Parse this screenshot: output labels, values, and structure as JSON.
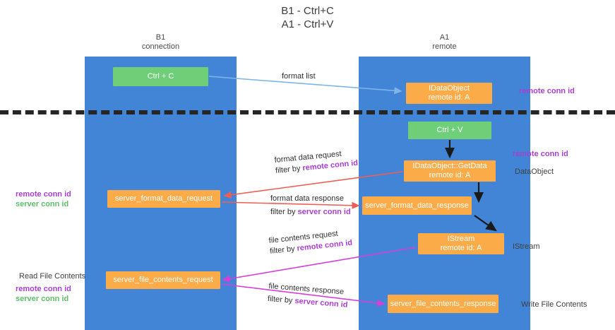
{
  "title": {
    "line1": "B1 - Ctrl+C",
    "line2": "A1 - Ctrl+V"
  },
  "lanes": [
    {
      "name": "B1",
      "subtitle": "connection",
      "color": "#4285d6"
    },
    {
      "name": "A1",
      "subtitle": "remote",
      "color": "#4285d6"
    }
  ],
  "nodes": {
    "ctrl_c": {
      "label": "Ctrl + C",
      "color": "#6fcf79"
    },
    "idataobject_top": {
      "label": "IDataObject",
      "sub": "remote id: A",
      "color": "#fbab48"
    },
    "ctrl_v": {
      "label": "Ctrl + V",
      "color": "#6fcf79"
    },
    "getdata": {
      "label": "IDataObject::GetData",
      "sub": "remote id: A",
      "color": "#fbab48"
    },
    "server_format_data_response": {
      "label": "server_format_data_response",
      "color": "#fbab48"
    },
    "istream": {
      "label": "IStream",
      "sub": "remote id: A",
      "color": "#fbab48"
    },
    "server_format_data_request": {
      "label": "server_format_data_request",
      "color": "#fbab48"
    },
    "server_file_contents_request": {
      "label": "server_file_contents_request",
      "color": "#fbab48"
    },
    "server_file_contents_response": {
      "label": "server_file_contents_response",
      "color": "#fbab48"
    }
  },
  "edges": {
    "format_list": {
      "label": "format list",
      "color": "#7fb6e8"
    },
    "format_data_request": {
      "label": "format data request",
      "filter_prefix": "filter by ",
      "filter_key": "remote conn id",
      "color": "#ef5d54"
    },
    "format_data_response": {
      "label": "format data response",
      "filter_prefix": "filter by ",
      "filter_key": "server conn id",
      "color": "#ef5d54"
    },
    "file_contents_request": {
      "label": "file contents request",
      "filter_prefix": "filter by ",
      "filter_key": "remote conn id",
      "color": "#d63fd6"
    },
    "file_contents_response": {
      "label": "file contents response",
      "filter_prefix": "filter by ",
      "filter_key": "server conn id",
      "color": "#d63fd6"
    }
  },
  "annotations": {
    "remote_conn_id_top": "remote conn id",
    "remote_conn_id_mid": "remote conn id",
    "dataobject": "DataObject",
    "istream": "IStream",
    "write_file_contents": "Write File Contents",
    "read_file_contents": "Read File Contents",
    "left_remote_conn_id": "remote conn id",
    "left_server_conn_id": "server conn id",
    "left_remote_conn_id_2": "remote conn id",
    "left_server_conn_id_2": "server conn id"
  },
  "colors": {
    "lane": "#4285d6",
    "green_node": "#6fcf79",
    "orange_node": "#fbab48",
    "purple_text": "#a83fd0",
    "green_text": "#5fbf6a",
    "divider": "#262626",
    "red_arrow": "#ef5d54",
    "magenta_arrow": "#d63fd6",
    "blue_arrow": "#7fb6e8",
    "black_arrow": "#1a1a1a"
  }
}
